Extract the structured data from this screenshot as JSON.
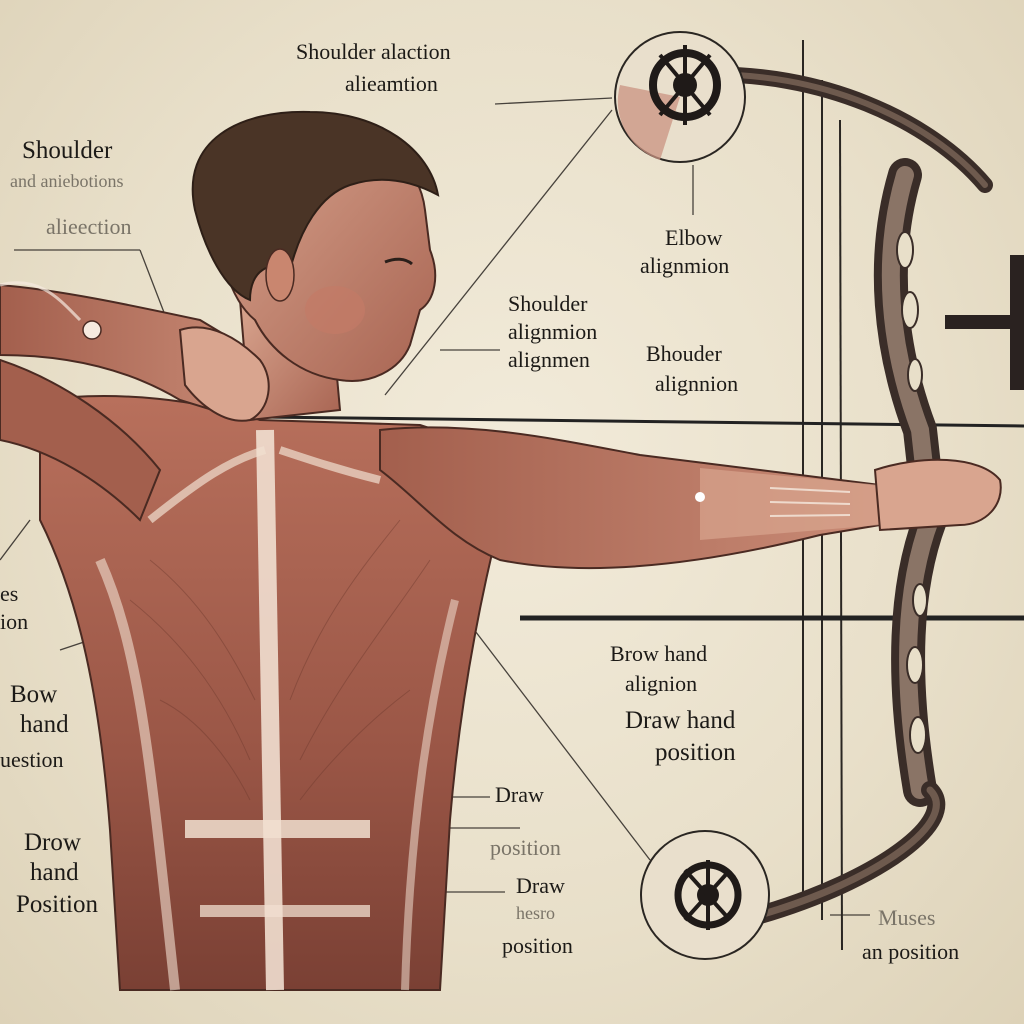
{
  "labels": {
    "top_title": "Shoulder alaction",
    "top_sub": "alieamtion",
    "left_shoulder": "Shoulder",
    "left_shoulder_small": "and aniebotions",
    "left_aliection": "alieection",
    "elbow_line1": "Elbow",
    "elbow_line2": "alignmion",
    "mid_shoulder_line1": "Shoulder",
    "mid_shoulder_line2": "alignmion",
    "mid_shoulder_line3": "alignmen",
    "bhoulder_line1": "Bhouder",
    "bhoulder_line2": "alignnion",
    "left_es": "es",
    "left_ion": "ion",
    "bow_hand_line1": "Bow",
    "bow_hand_line2": "hand",
    "bow_hand_line3": "uestion",
    "drow_line1": "Drow",
    "drow_line2": "hand",
    "drow_line3": "Position",
    "brow_line1": "Brow hand",
    "brow_line2": "alignion",
    "draw_hand_line1": "Draw hand",
    "draw_hand_line2": "position",
    "draw_a": "Draw",
    "position_a": "position",
    "draw_b": "Draw",
    "draw_b_sub": "hesro",
    "position_b": "position",
    "muses_line1": "Muses",
    "muses_line2": "an position"
  },
  "colors": {
    "paper": "#ece3cf",
    "ink": "#1c1a17",
    "muscle_dark": "#8c4a3c",
    "muscle_mid": "#b06a58",
    "muscle_light": "#d49a86",
    "hair": "#4a3426",
    "bow": "#3a2d28"
  },
  "icons": [
    "upper-cam-icon",
    "lower-cam-icon",
    "bow-riser-icon",
    "arrow-icon"
  ]
}
